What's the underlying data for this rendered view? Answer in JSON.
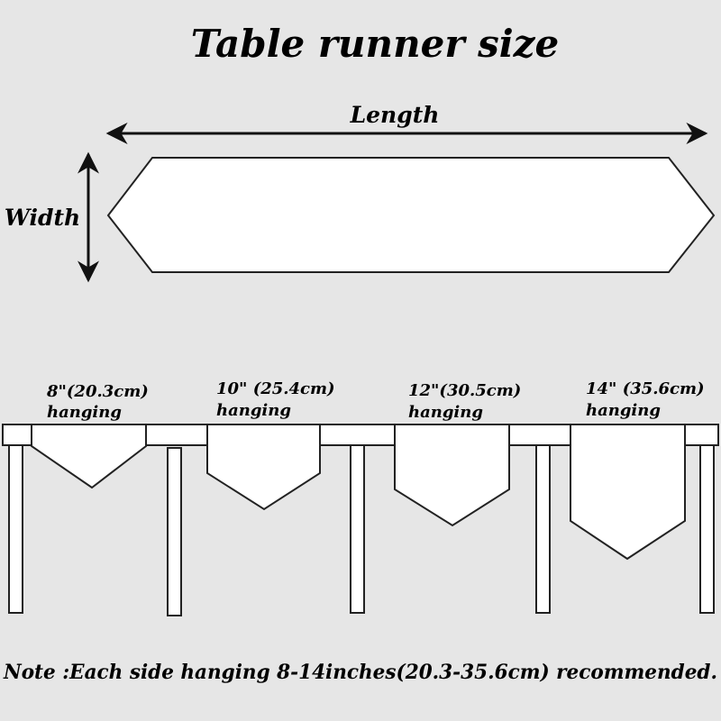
{
  "title": "Table runner size",
  "top_diagram": {
    "length_label": "Length",
    "width_label": "Width"
  },
  "hanging_options": [
    {
      "size_label": "8\"(20.3cm)",
      "caption": "hanging"
    },
    {
      "size_label": "10\" (25.4cm)",
      "caption": "hanging"
    },
    {
      "size_label": "12\"(30.5cm)",
      "caption": "hanging"
    },
    {
      "size_label": "14\" (35.6cm)",
      "caption": "hanging"
    }
  ],
  "note": "Note :Each side hanging 8-14inches(20.3-35.6cm) recommended.",
  "colors": {
    "background": "#e6e6e6",
    "fill": "#ffffff",
    "stroke": "#222222",
    "text": "#000000"
  }
}
